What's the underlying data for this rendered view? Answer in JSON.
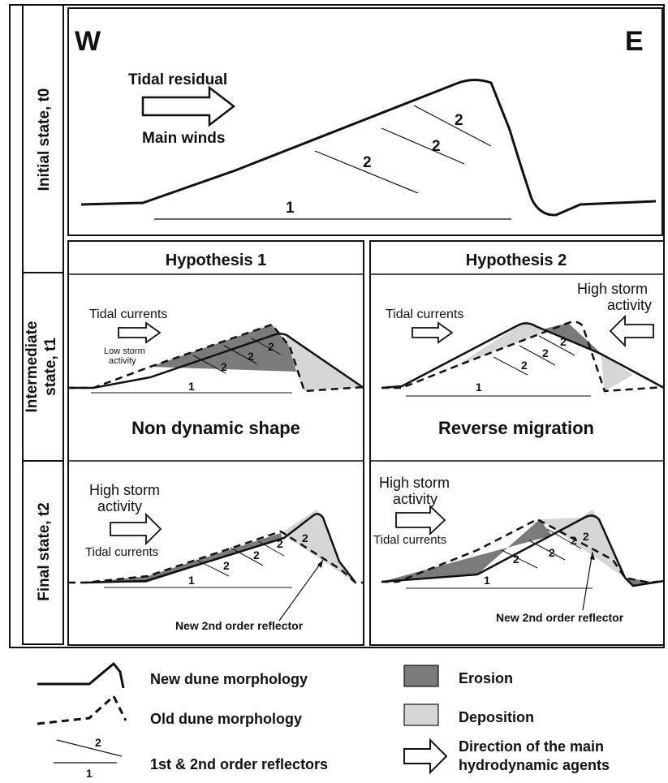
{
  "row_labels": {
    "initial": "Initial state, t0",
    "intermediate_1": "Intermediate",
    "intermediate_2": "state, t1",
    "final": "Final state, t2"
  },
  "top_panel": {
    "west": "W",
    "east": "E",
    "arrow_top": "Tidal residual",
    "arrow_bottom": "Main winds",
    "reflector_1": "1",
    "reflector_2": "2"
  },
  "hypothesis_1": {
    "title": "Hypothesis 1",
    "intermediate": {
      "arrow_label": "Tidal currents",
      "sub_label_1": "Low storm",
      "sub_label_2": "activity",
      "caption": "Non dynamic shape"
    },
    "final": {
      "arrow_label_1": "High storm",
      "arrow_label_2": "activity",
      "below_label": "Tidal currents",
      "reflector_note": "New 2nd order reflector"
    }
  },
  "hypothesis_2": {
    "title": "Hypothesis 2",
    "intermediate": {
      "arrow_label": "Tidal currents",
      "storm_label_1": "High storm",
      "storm_label_2": "activity",
      "caption": "Reverse migration"
    },
    "final": {
      "arrow_label_1": "High storm",
      "arrow_label_2": "activity",
      "below_label": "Tidal currents",
      "reflector_note": "New 2nd order reflector"
    }
  },
  "legend": {
    "new_morphology": "New dune morphology",
    "old_morphology": "Old dune morphology",
    "reflectors": "1st & 2nd order reflectors",
    "erosion": "Erosion",
    "deposition": "Deposition",
    "direction_1": "Direction of the main",
    "direction_2": "hydrodynamic agents"
  },
  "colors": {
    "erosion": "#7a7a7a",
    "deposition": "#d6d6d6",
    "line": "#111111"
  }
}
